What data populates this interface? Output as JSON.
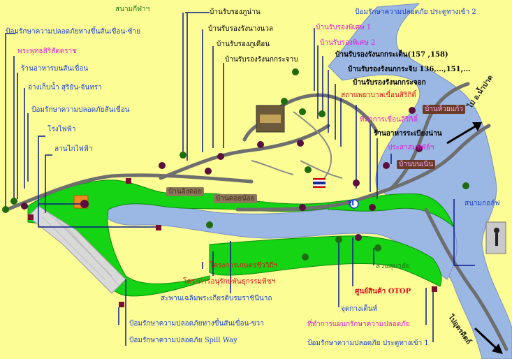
{
  "labels": {
    "sanam_kila": "สนามกีฬาฯ",
    "ban_phu_nan": "บ้านรับรองภูน่าน",
    "ban_nang_nuan": "บ้านรับรองรังนางนวล",
    "ban_phu_duean": "บ้านรับรองภูเดือน",
    "ban_nok_krajap": "บ้านรับรองรังนกกระจาบ",
    "pom_gate2": "ป้อมรักษาความปลอดภัย ประตูทางเข้า 2",
    "ban_special1": "บ้านรับรองพิเศษ 1",
    "ban_special2": "บ้านรับรองพิเศษ 2",
    "ban_nok_krajen": "บ้านรับรองรังนกกระเต็น(157 ,158)",
    "ban_nok_krajib": "บ้านรับรองรังนกกระจิบ 136,...,151,...",
    "ban_nok_krajok": "บ้านรับรองรังนกกระจอก",
    "hospital": "สถานพยาบาลเขื่อนสิริกิติ์",
    "ban_huai_kaeo": "บ้านห้วยแก้ว",
    "office": "ที่ทำการเขื่อนสิริกิติ์",
    "ban_rak_nan": "ร้านอาหารระเบียงน่าน",
    "museum": "ประสาสมพิพัธ์ฯ",
    "ban_bon_noen": "บ้านบนเนิน",
    "to_nam_pat": "ไป อ.น้ำปาด",
    "golf": "สนามกอล์ฟ",
    "pom_left": "ป้อมรักษาความปลอดภัยทางขึ้นสันเขื่อน-ซ้าย",
    "buddha": "พระพุทธสิริสัตตราช",
    "restaurant_dam": "ร้านอาหารบนสันเขื่อน",
    "reservoir": "อ่างเก็บน้ำ สุริยัน-จันทรา",
    "pom_dam": "ป้อมรักษาความปลอดภัยสันเขื่อน",
    "power_plant": "โรงไฟฟ้า",
    "switchyard": "ลานไกไฟฟ้า",
    "ban_ing_doi": "บ้านอิงดอย",
    "ban_doi_noi": "บ้านดอยน้อย",
    "project_agri": "โครงการเกษตรชีววิถีฯ",
    "project_plant": "โครงการอนุรักษ์พันธุกรรมพืชฯ",
    "bridge": "สะพานเฉลิมพระเกียรติบรมราชินีนาถ",
    "pom_right": "ป้อมรักษาความปลอดภัยทางขึ้นสันเขื่อน-ขวา",
    "pom_spillway": "ป้อมรักษาความปลอดภัย Spill Way",
    "garden": "สวนสุมาลัย",
    "otop": "ศูนย์สินค้า OTOP",
    "tent": "จุดกางเต็นท์",
    "security_office": "ที่ทำการแผนกรักษาความปลอดภัย",
    "pom_gate1": "ป้อมรักษาความปลอดภัย ประตูทางเข้า 1",
    "to_uttaradit": "ไปอุตรดิตถ์"
  },
  "icons": {
    "hospital_symbol": "H"
  },
  "colors": {
    "background": "#fdfd96",
    "water": "#9bb7e3",
    "land_green": "#14d414",
    "road": "#6e6e6e",
    "leader_line": "#0a1a8c",
    "marker_purple": "#5a0f3c",
    "marker_green": "#1f6b10"
  }
}
